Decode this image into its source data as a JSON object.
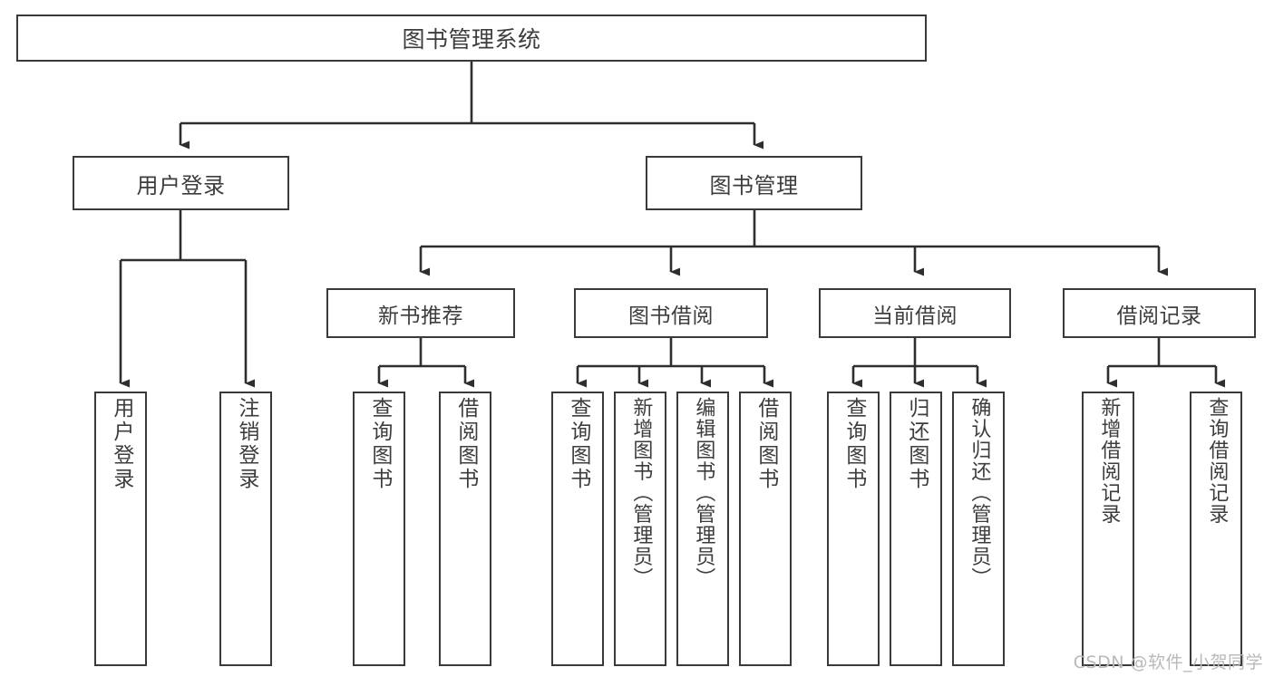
{
  "diagram": {
    "title": "图书管理系统",
    "type": "tree",
    "colors": {
      "stroke": "#3a3a3a",
      "text": "#3d3d3d",
      "background": "#ffffff",
      "watermark": "#b9b9b9"
    },
    "root": {
      "label": "图书管理系统"
    },
    "level2": [
      {
        "label": "用户登录"
      },
      {
        "label": "图书管理"
      }
    ],
    "level3": [
      {
        "label": "新书推荐"
      },
      {
        "label": "图书借阅"
      },
      {
        "label": "当前借阅"
      },
      {
        "label": "借阅记录"
      }
    ],
    "leaves": {
      "user_login": [
        {
          "label": "用户登录"
        },
        {
          "label": "注销登录"
        }
      ],
      "new_book": [
        {
          "label": "查询图书"
        },
        {
          "label": "借阅图书"
        }
      ],
      "borrow_book": [
        {
          "label": "查询图书"
        },
        {
          "label": "新增图书（管理员）"
        },
        {
          "label": "编辑图书（管理员）"
        },
        {
          "label": "借阅图书"
        }
      ],
      "current_borrow": [
        {
          "label": "查询图书"
        },
        {
          "label": "归还图书"
        },
        {
          "label": "确认归还（管理员）"
        }
      ],
      "borrow_record": [
        {
          "label": "新增借阅记录"
        },
        {
          "label": "查询借阅记录"
        }
      ]
    },
    "watermark": "CSDN @软件_小贺同学"
  }
}
